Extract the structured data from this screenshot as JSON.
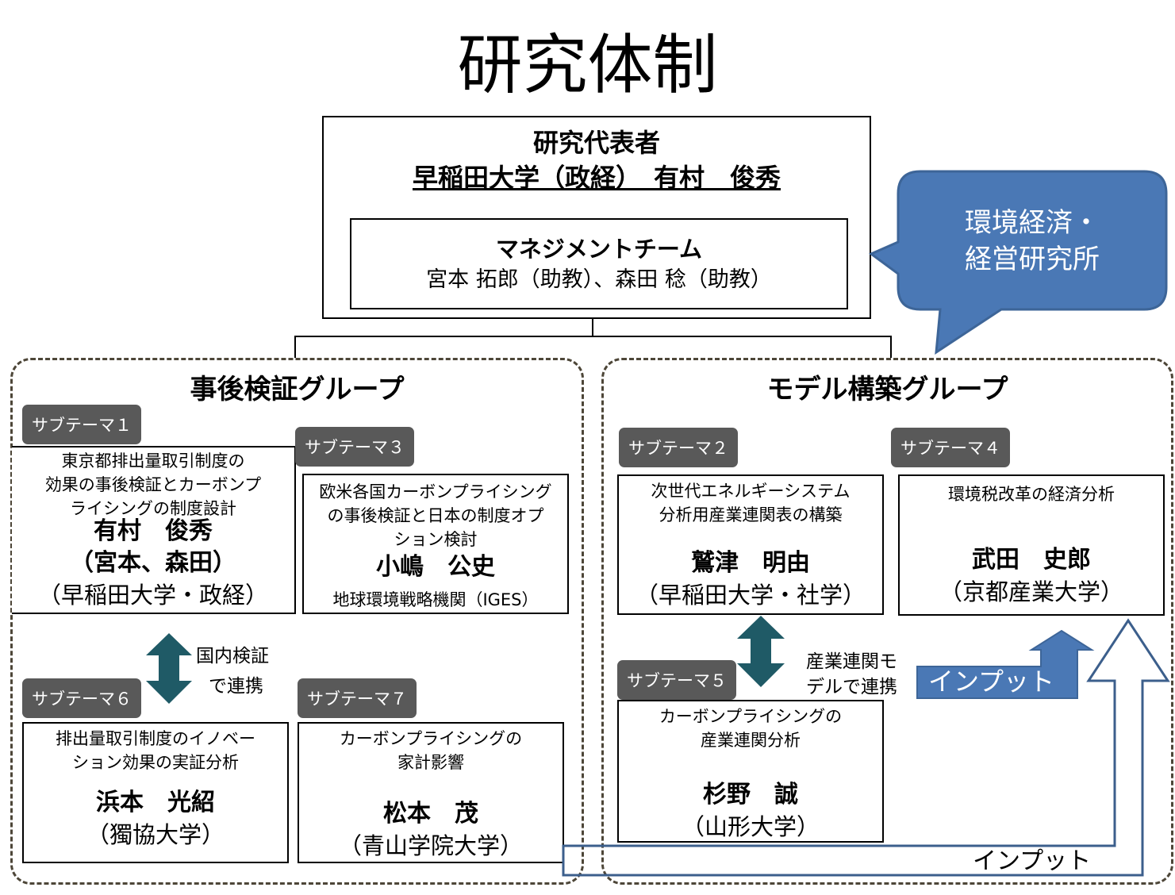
{
  "title": "研究体制",
  "leader": {
    "heading": "研究代表者",
    "name": "早稲田大学（政経）　有村　俊秀"
  },
  "management": {
    "heading": "マネジメントチーム",
    "members": "宮本 拓郎（助教）、森田 稔（助教）"
  },
  "callout": {
    "line1": "環境経済・",
    "line2": "経営研究所",
    "color": "#4a78b5"
  },
  "groups": {
    "left": {
      "title": "事後検証グループ"
    },
    "right": {
      "title": "モデル構築グループ"
    }
  },
  "subthemes": {
    "s1": {
      "tag": "サブテーマ１",
      "desc": [
        "東京都排出量取引制度の",
        "効果の事後検証とカーボンプ",
        "ライシングの制度設計"
      ],
      "name": "有村　俊秀",
      "sub": "（宮本、森田）",
      "org": "（早稲田大学・政経）"
    },
    "s3": {
      "tag": "サブテーマ３",
      "desc": [
        "欧米各国カーボンプライシング",
        "の事後検証と日本の制度オプ",
        "ション検討"
      ],
      "name": "小嶋　公史",
      "org": "地球環境戦略機関（IGES）"
    },
    "s2": {
      "tag": "サブテーマ２",
      "desc": [
        "次世代エネルギーシステム",
        "分析用産業連関表の構築"
      ],
      "name": "鷲津　明由",
      "org": "（早稲田大学・社学）"
    },
    "s4": {
      "tag": "サブテーマ４",
      "desc": [
        "環境税改革の経済分析"
      ],
      "name": "武田　史郎",
      "org": "（京都産業大学）"
    },
    "s5": {
      "tag": "サブテーマ５",
      "desc": [
        "カーボンプライシングの",
        "産業連関分析"
      ],
      "name": "杉野　誠",
      "org": "（山形大学）"
    },
    "s6": {
      "tag": "サブテーマ６",
      "desc": [
        "排出量取引制度のイノベー",
        "ション効果の実証分析"
      ],
      "name": "浜本　光紹",
      "org": "（獨協大学）"
    },
    "s7": {
      "tag": "サブテーマ７",
      "desc": [
        "カーボンプライシングの",
        "家計影響"
      ],
      "name": "松本　茂",
      "org": "（青山学院大学）"
    }
  },
  "links": {
    "domestic": [
      "国内検証",
      "で連携"
    ],
    "io_model": [
      "産業連関モ",
      "デルで連携"
    ],
    "input_blue": "インプット",
    "input_outline": "インプット"
  },
  "colors": {
    "tag_bg": "#595959",
    "teal_arrow": "#1f5a66",
    "blue_arrow": "#4a78b5",
    "outline_arrow": "#3c5f8c",
    "dashed_border": "#4d4638"
  }
}
